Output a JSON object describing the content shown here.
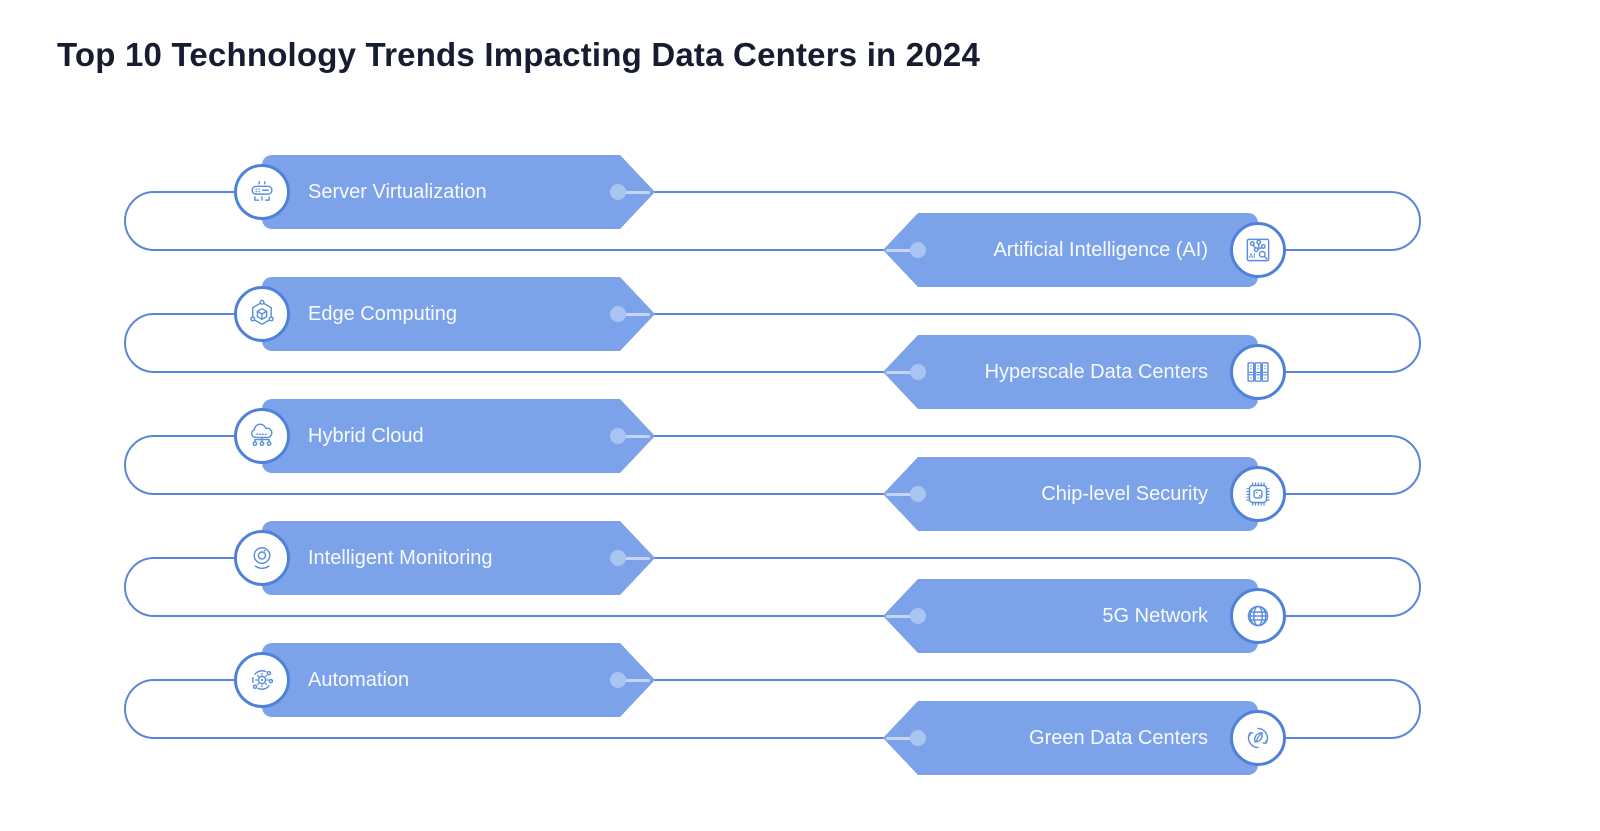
{
  "title": "Top 10 Technology Trends Impacting Data Centers in 2024",
  "colors": {
    "background": "#ffffff",
    "banner": "#7ca2e9",
    "line": "#5b86d8",
    "circle_border": "#4e82d8",
    "icon_stroke": "#5b8ddd",
    "dot": "#a9c4f0",
    "banner_text": "#f7faff",
    "title_text": "#171c30"
  },
  "rows": [
    {
      "left": {
        "label": "Server Virtualization",
        "icon": "server-icon"
      },
      "right": {
        "label": "Artificial Intelligence (AI)",
        "icon": "ai-chip-icon"
      }
    },
    {
      "left": {
        "label": "Edge Computing",
        "icon": "edge-computing-icon"
      },
      "right": {
        "label": "Hyperscale Data Centers",
        "icon": "server-racks-icon"
      }
    },
    {
      "left": {
        "label": "Hybrid Cloud",
        "icon": "hybrid-cloud-icon"
      },
      "right": {
        "label": "Chip-level Security",
        "icon": "secure-chip-icon"
      }
    },
    {
      "left": {
        "label": "Intelligent Monitoring",
        "icon": "webcam-icon"
      },
      "right": {
        "label": "5G Network",
        "icon": "globe-icon"
      }
    },
    {
      "left": {
        "label": "Automation",
        "icon": "automation-icon"
      },
      "right": {
        "label": "Green Data Centers",
        "icon": "eco-leaf-icon"
      }
    }
  ]
}
